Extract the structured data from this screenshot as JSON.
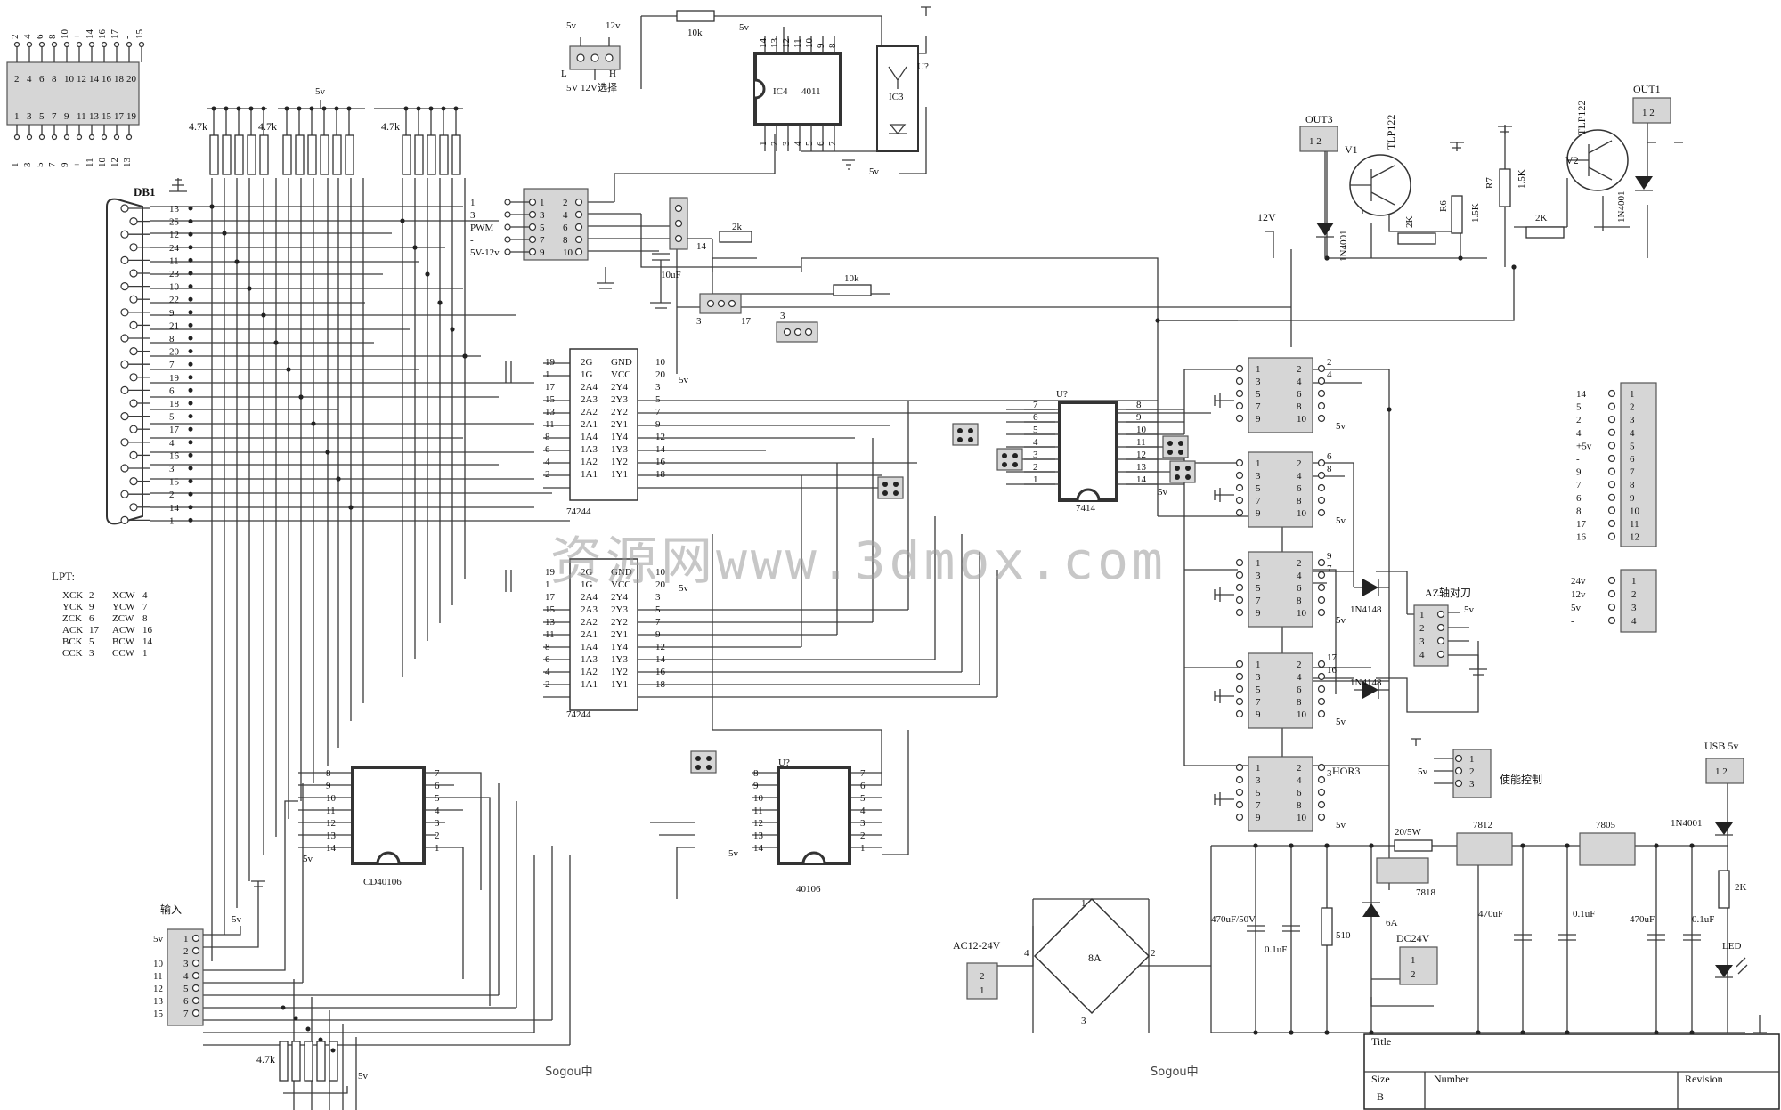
{
  "labels": {
    "db1": "DB1",
    "sel_5v": "5v",
    "sel_12v": "12v",
    "sel_l": "L",
    "sel_h": "H",
    "sel_caption": "5V 12V选择",
    "r10k_top": "10k",
    "ic4": "IC4",
    "ic4_part": "4011",
    "ic3": "IC3",
    "u7_opto": "U?",
    "vcc_5v": "5v",
    "r47k_a": "4.7k",
    "r47k_b": "4.7k",
    "r47k_c": "4.7k",
    "r47k_bottom": "4.7k",
    "pwm": "PWM",
    "in_5_12": "5V-12v",
    "cap_10uf": "10uF",
    "r2k_mid": "2k",
    "r10k_mid": "10k",
    "num_1": "1",
    "num_3": "3",
    "num_14": "14",
    "num_17": "17",
    "u74244_a": "74244",
    "u74244_b": "74244",
    "u7414": "7414",
    "u7414_ref": "U?",
    "cd40106": "CD40106",
    "u40106": "40106",
    "u40106_ref": "U?",
    "lpt_title": "LPT:",
    "out3": "OUT3",
    "out1": "OUT1",
    "v1": "V1",
    "v2": "V2",
    "tlp122_a": "TLP122",
    "tlp122_b": "TLP122",
    "d1n4001_a": "1N4001",
    "d1n4001_b": "1N4001",
    "d1n4001_c": "1N4001",
    "r6": "R6",
    "r7": "R7",
    "r15k_a": "1.5K",
    "r15k_b": "1.5K",
    "r2k_a": "2K",
    "r2k_b": "2K",
    "r2k_led": "2K",
    "v12": "12V",
    "d1n4148_a": "1N4148",
    "d1n4148_b": "1N4148",
    "az_tool": "AZ轴对刀",
    "hor3": "HOR3",
    "enable": "使能控制",
    "input_title": "输入",
    "usb_5v": "USB  5v",
    "led": "LED",
    "r20_5w": "20/5W",
    "reg7812": "7812",
    "reg7805": "7805",
    "reg7818": "7818",
    "cap470_50v": "470uF/50V",
    "cap01_a": "0.1uF",
    "cap01_b": "0.1uF",
    "cap01_c": "0.1uF",
    "cap470_a": "470uF",
    "cap470_b": "470uF",
    "r510": "510",
    "d6a": "6A",
    "bridge8a": "8A",
    "dc24v": "DC24V",
    "ac12_24": "AC12-24V",
    "tb_title": "Title",
    "tb_size": "Size",
    "tb_size_val": "B",
    "tb_number": "Number",
    "tb_revision": "Revision",
    "watermark": "资源网www.3dmox.com",
    "sogou": "Sogou中"
  },
  "top_connector": {
    "top_labels": [
      "2",
      "4",
      "6",
      "8",
      "10",
      "+",
      "14",
      "16",
      "17",
      "-",
      "15"
    ],
    "row_top": [
      "2",
      "4",
      "6",
      "8",
      "10",
      "12",
      "14",
      "16",
      "18",
      "20"
    ],
    "row_bottom": [
      "1",
      "3",
      "5",
      "7",
      "9",
      "11",
      "13",
      "15",
      "17",
      "19"
    ],
    "bottom_labels": [
      "1",
      "3",
      "5",
      "7",
      "9",
      "+",
      "11",
      "10",
      "12",
      "13"
    ]
  },
  "db25_pins": [
    "13",
    "25",
    "12",
    "24",
    "11",
    "23",
    "10",
    "22",
    "9",
    "21",
    "8",
    "20",
    "7",
    "19",
    "6",
    "18",
    "5",
    "17",
    "4",
    "16",
    "3",
    "15",
    "2",
    "14",
    "1"
  ],
  "lpt": [
    [
      "XCK",
      "2",
      "XCW",
      "4"
    ],
    [
      "YCK",
      "9",
      "YCW",
      "7"
    ],
    [
      "ZCK",
      "6",
      "ZCW",
      "8"
    ],
    [
      "ACK",
      "17",
      "ACW",
      "16"
    ],
    [
      "BCK",
      "5",
      "BCW",
      "14"
    ],
    [
      "CCK",
      "3",
      "CCW",
      "1"
    ]
  ],
  "u244_left_nums": [
    "19",
    "1",
    "17",
    "15",
    "13",
    "11",
    "8",
    "6",
    "4",
    "2"
  ],
  "u244_left_names": [
    "2G",
    "1G",
    "2A4",
    "2A3",
    "2A2",
    "2A1",
    "1A4",
    "1A3",
    "1A2",
    "1A1"
  ],
  "u244_right_names": [
    "GND",
    "VCC",
    "2Y4",
    "2Y3",
    "2Y2",
    "2Y1",
    "1Y4",
    "1Y3",
    "1Y2",
    "1Y1"
  ],
  "u244_right_nums": [
    "10",
    "20",
    "3",
    "5",
    "7",
    "9",
    "12",
    "14",
    "16",
    "18"
  ],
  "hex_left": [
    "8",
    "9",
    "10",
    "11",
    "12",
    "13",
    "14"
  ],
  "hex_right": [
    "7",
    "6",
    "5",
    "4",
    "3",
    "2",
    "1"
  ],
  "u7414_left": [
    "7",
    "6",
    "5",
    "4",
    "3",
    "2",
    "1"
  ],
  "u7414_right": [
    "8",
    "9",
    "10",
    "11",
    "12",
    "13",
    "14"
  ],
  "pwm_left": [
    "1",
    "3",
    "PWM",
    "-",
    "5V-12v"
  ],
  "pwm_hdr_left": [
    "1",
    "3",
    "5",
    "7",
    "9"
  ],
  "pwm_hdr_right": [
    "2",
    "4",
    "6",
    "8",
    "10"
  ],
  "opto_left": [
    "1",
    "3",
    "5",
    "7",
    "9"
  ],
  "opto_right": [
    "2",
    "4",
    "6",
    "8",
    "10"
  ],
  "opto_outs": [
    [
      "2",
      "4"
    ],
    [
      "6",
      "8"
    ],
    [
      "9",
      "7"
    ],
    [
      "17",
      "16"
    ],
    [
      "",
      "3"
    ]
  ],
  "right_conn12_labels": [
    "14",
    "5",
    "2",
    "4",
    "+5v",
    "-",
    "9",
    "7",
    "6",
    "8",
    "17",
    "16"
  ],
  "right_conn12_pins": [
    "1",
    "2",
    "3",
    "4",
    "5",
    "6",
    "7",
    "8",
    "9",
    "10",
    "11",
    "12"
  ],
  "power4_labels": [
    "24v",
    "12v",
    "5v",
    "-"
  ],
  "power4_pins": [
    "1",
    "2",
    "3",
    "4"
  ],
  "input_labels": [
    "5v",
    "-",
    "10",
    "11",
    "12",
    "13",
    "15"
  ],
  "input_pins": [
    "1",
    "2",
    "3",
    "4",
    "5",
    "6",
    "7"
  ],
  "az_pins": [
    "1",
    "2",
    "3",
    "4"
  ],
  "enable_pins": [
    "1",
    "2",
    "3"
  ],
  "ic4011_top": [
    "14",
    "13",
    "12",
    "11",
    "10",
    "9",
    "8"
  ],
  "ic4011_bottom": [
    "1",
    "2",
    "3",
    "4",
    "5",
    "6",
    "7"
  ]
}
